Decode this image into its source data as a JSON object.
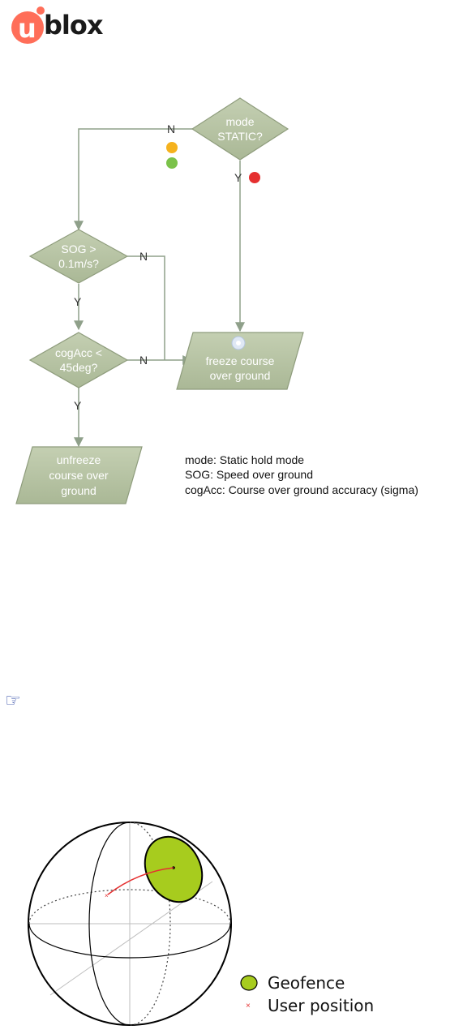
{
  "brand": {
    "logo_text": "blox",
    "logo_u": "u"
  },
  "flowchart": {
    "nodes": {
      "mode": [
        "mode",
        "STATIC?"
      ],
      "sog": [
        "SOG >",
        "0.1m/s?"
      ],
      "cog": [
        "cogAcc <",
        "45deg?"
      ],
      "freeze": [
        "freeze course",
        "over ground"
      ],
      "unfreeze": [
        "unfreeze",
        "course over",
        "ground"
      ]
    },
    "edge_labels": {
      "n": "N",
      "y": "Y"
    },
    "legend": [
      "mode: Static hold mode",
      "SOG: Speed over ground",
      "cogAcc: Course over ground accuracy (sigma)"
    ],
    "colors": {
      "node_fill": "#b7c4a3",
      "node_stroke": "#8e9c7c",
      "line": "#8fa08a",
      "red": "#e53030",
      "orange": "#f5b21e",
      "green": "#7bc24a"
    }
  },
  "note_icon": "pointing-hand-icon",
  "geofence_figure": {
    "legend": [
      {
        "label": "Geofence",
        "color": "#a7cc1e"
      },
      {
        "label": "User position",
        "color": "#e53030"
      }
    ]
  }
}
